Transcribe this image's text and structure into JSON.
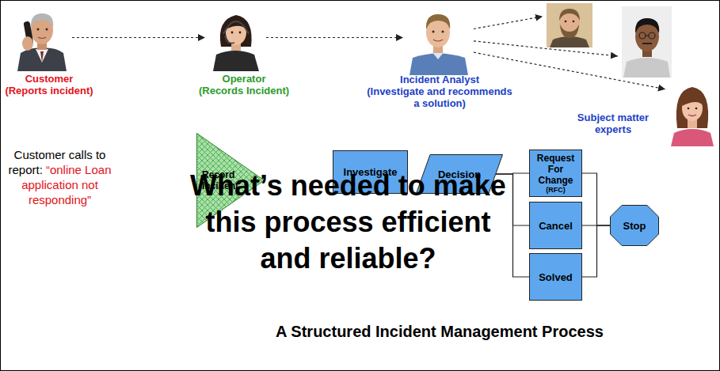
{
  "diagram": {
    "caption": "A Structured Incident Management Process",
    "nodes": [
      {
        "text": [
          "Customer",
          "(Reports incident)"
        ]
      },
      {
        "text": [
          "Operator",
          "(Records Incident)"
        ]
      },
      {
        "text": [
          "Incident Analyst",
          "(Investigate and recommends a solution)"
        ]
      },
      {
        "text": [
          "Subject matter experts"
        ]
      },
      {
        "text": [
          "Record Incident"
        ]
      },
      {
        "text": [
          "Investigate"
        ]
      },
      {
        "text": [
          "Decision"
        ]
      },
      {
        "text": [
          "Request For Change",
          "(RFC)"
        ]
      },
      {
        "text": [
          "Cancel"
        ]
      },
      {
        "text": [
          "Solved"
        ]
      },
      {
        "text": [
          "Stop"
        ]
      }
    ],
    "edges": [
      {
        "from": 0,
        "to": 1,
        "arrow": "to"
      },
      {
        "from": 1,
        "to": 2,
        "arrow": "to"
      },
      {
        "from": 2,
        "to": 3,
        "arrow": "to"
      },
      {
        "from": 2,
        "to": 3,
        "arrow": "to"
      },
      {
        "from": 2,
        "to": 3,
        "arrow": "to"
      },
      {
        "from": 6,
        "to": 7,
        "arrow": "none"
      },
      {
        "from": 6,
        "to": 8,
        "arrow": "none"
      },
      {
        "from": 6,
        "to": 9,
        "arrow": "none"
      },
      {
        "from": 7,
        "to": 10,
        "arrow": "none"
      },
      {
        "from": 8,
        "to": 10,
        "arrow": "none"
      },
      {
        "from": 9,
        "to": 10,
        "arrow": "none"
      }
    ],
    "labels": [
      "Customer calls to report:",
      "“online Loan application not responding”",
      "What’s needed to make this process efficient and reliable?"
    ]
  }
}
